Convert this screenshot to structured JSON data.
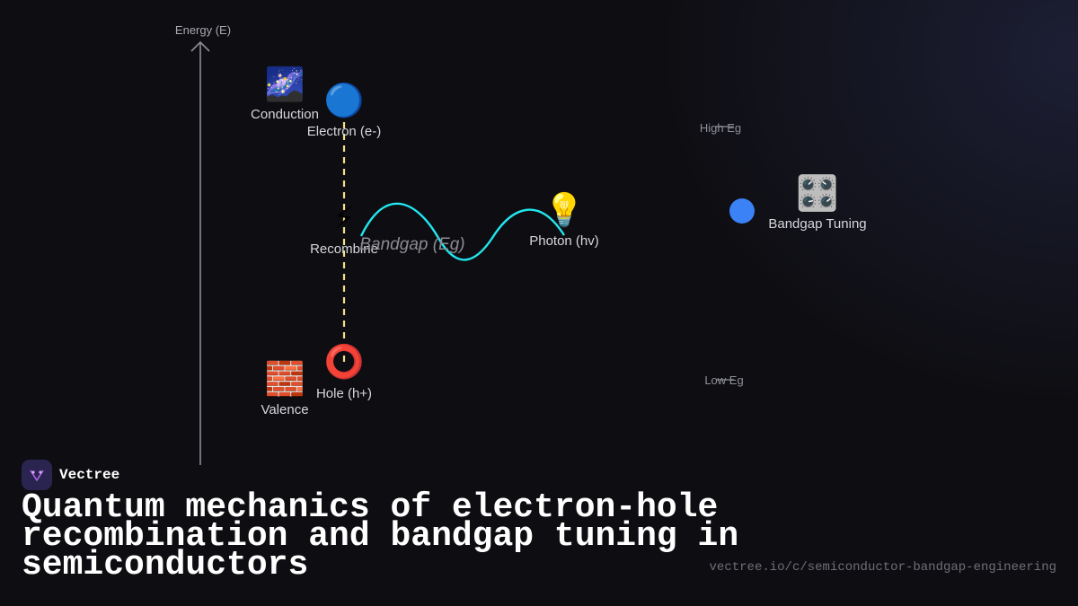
{
  "diagram": {
    "axis_label": "Energy (E)",
    "nodes": {
      "conduction": {
        "icon": "🌌",
        "icon_name": "milky-way-icon",
        "label": "Conduction"
      },
      "electron": {
        "icon": "🔵",
        "icon_name": "blue-circle-icon",
        "label": "Electron (e-)"
      },
      "recombine": {
        "icon": "⚡",
        "icon_name": "lightning-icon",
        "label": "Recombine"
      },
      "photon": {
        "icon": "💡",
        "icon_name": "light-bulb-icon",
        "label": "Photon (hv)"
      },
      "hole": {
        "icon": "⭕",
        "icon_name": "hollow-circle-icon",
        "label": "Hole (h+)"
      },
      "valence": {
        "icon": "🧱",
        "icon_name": "brick-icon",
        "label": "Valence"
      },
      "tuning": {
        "icon": "🎛️",
        "icon_name": "control-knobs-icon",
        "label": "Bandgap Tuning"
      }
    },
    "bandgap_label": "Bandgap (Eg)",
    "high_eg_label": "High Eg",
    "low_eg_label": "Low Eg"
  },
  "colors": {
    "wave": "#22e6ee",
    "gap_line": "#f3e08a",
    "axis": "#8c8c94",
    "dot": "#3b82f6",
    "logo_accent": "#b265e8"
  },
  "brand": {
    "name": "Vectree",
    "logo_icon": "vectree-logo-icon"
  },
  "title": "Quantum mechanics of electron-hole recombination and bandgap tuning in semiconductors",
  "url": "vectree.io/c/semiconductor-bandgap-engineering"
}
